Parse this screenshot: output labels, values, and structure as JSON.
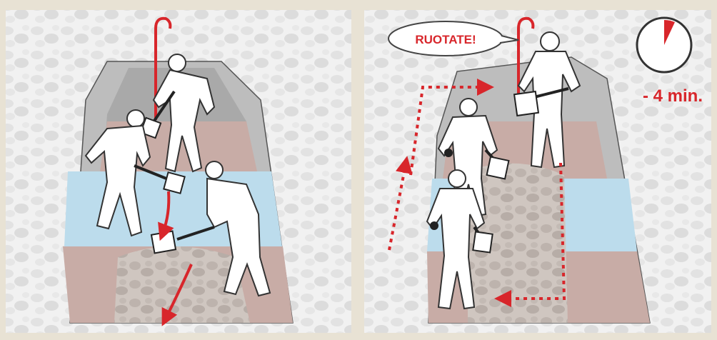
{
  "panels": [
    {
      "id": "left",
      "figures": [
        "rescuer-1",
        "rescuer-2",
        "rescuer-3"
      ]
    },
    {
      "id": "right",
      "callout": "RUOTATE!",
      "timer_label": "- 4 min.",
      "figures": [
        "rescuer-1",
        "rescuer-2",
        "rescuer-3"
      ]
    }
  ],
  "colors": {
    "accent_red": "#d8262b",
    "snow": "#f2f2f2",
    "pit_wall": "#b9b9b9",
    "soil": "#c8aca6",
    "ice": "#bcdcec",
    "debris": "#c7bdb6"
  },
  "icons": [
    "probe-icon",
    "shovel-icon",
    "clock-icon",
    "rotation-arrow-icon",
    "speech-bubble-icon"
  ]
}
